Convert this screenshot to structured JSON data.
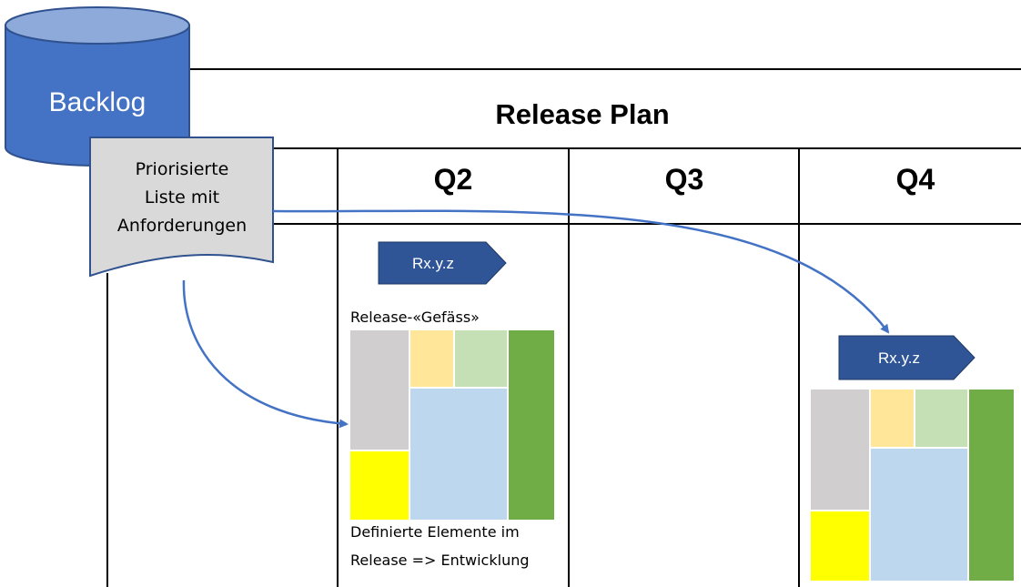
{
  "backlog": {
    "label": "Backlog"
  },
  "document": {
    "lines": [
      "Priorisierte",
      "Liste mit",
      "Anforderungen"
    ]
  },
  "release_plan": {
    "title": "Release Plan",
    "quarters": [
      "Q2",
      "Q3",
      "Q4"
    ]
  },
  "q2": {
    "tag": "Rx.y.z",
    "container_label": "Release-«Gefäss»",
    "caption_lines": [
      "Definierte Elemente im",
      "Release => Entwicklung"
    ]
  },
  "q4": {
    "tag": "Rx.y.z"
  },
  "colors": {
    "cylinder_body": "#4472c4",
    "cylinder_top": "#8eaadb",
    "tag_fill": "#2f5597",
    "arrow": "#4472c4",
    "doc_fill": "#d9d9d9",
    "block_gray": "#d0cece",
    "block_orange": "#ffe699",
    "block_lightgreen": "#c5e0b4",
    "block_green": "#70ad47",
    "block_yellow": "#ffff00",
    "block_blue": "#bdd7ee"
  }
}
